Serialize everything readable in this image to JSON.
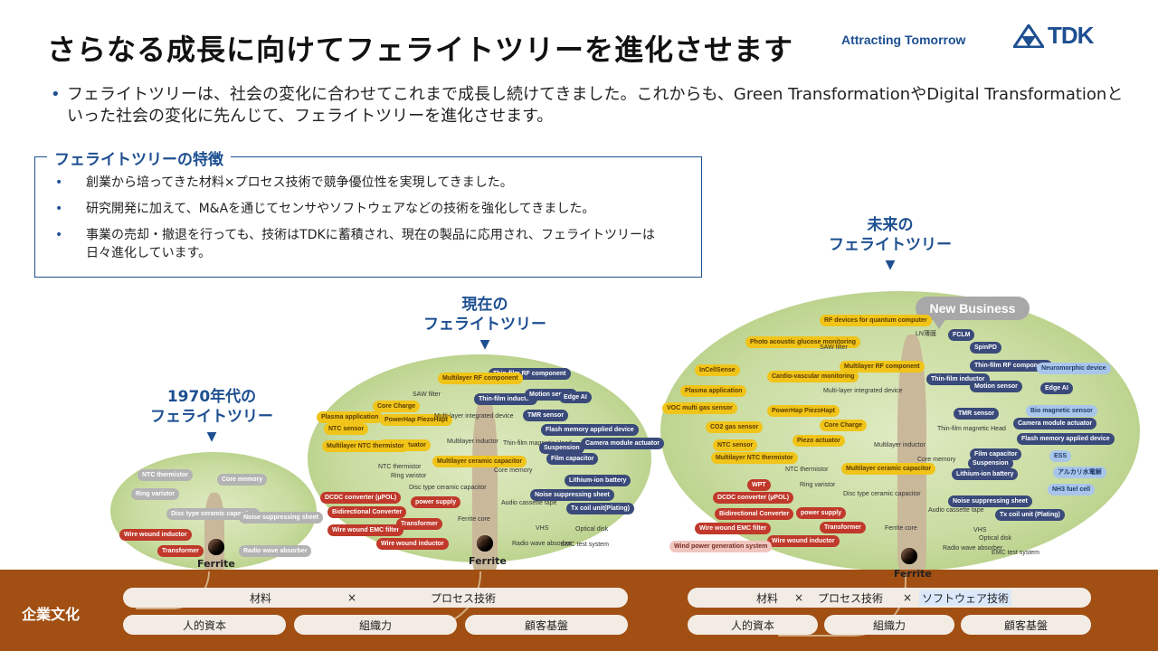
{
  "header": {
    "title": "さらなる成長に向けてフェライトツリーを進化させます",
    "tagline": "Attracting Tomorrow",
    "logo_text": "TDK"
  },
  "intro": {
    "bullet": "•",
    "text": "フェライトツリーは、社会の変化に合わせてこれまで成長し続けてきました。これからも、Green TransformationやDigital Transformationといった社会の変化に先んじて、フェライトツリーを進化させます。"
  },
  "features": {
    "title": "フェライトツリーの特徴",
    "items": [
      "創業から培ってきた材料×プロセス技術で競争優位性を実現してきました。",
      "研究開発に加えて、M&Aを通じてセンサやソフトウェアなどの技術を強化してきました。",
      "事業の売却・撤退を行っても、技術はTDKに蓄積され、現在の製品に応用され、フェライトツリーは日々進化しています。"
    ]
  },
  "eras": {
    "e1970": {
      "line1": "1970年代の",
      "line2": "フェライトツリー",
      "arrow": "▼"
    },
    "present": {
      "line1": "現在の",
      "line2": "フェライトツリー",
      "arrow": "▼"
    },
    "future": {
      "line1": "未来の",
      "line2": "フェライトツリー",
      "arrow": "▼"
    }
  },
  "ferrite": "Ferrite",
  "tree1970": {
    "labels": [
      "NTC thermistor",
      "Core memory",
      "Ring varistor",
      "Disc type ceramic capacitor",
      "Noise suppressing sheet",
      "Wire wound inductor",
      "Transformer",
      "Radio wave absorber"
    ]
  },
  "tree_present": {
    "labels": [
      "Thin-film RF component",
      "Multilayer RF component",
      "SAW filter",
      "Thin-film inductor",
      "Motion sensor",
      "Edge AI",
      "Core Charge",
      "TMR sensor",
      "Plasma application",
      "PowerHap PiezoHapt",
      "Multi-layer integrated device",
      "NTC sensor",
      "Flash memory applied device",
      "Piezo actuator",
      "Multilayer inductor",
      "Camera module actuator",
      "Multilayer NTC thermistor",
      "Thin-film magnetic Head",
      "Suspension",
      "Multilayer ceramic capacitor",
      "Film capacitor",
      "NTC thermistor",
      "Core memory",
      "Lithium-ion battery",
      "Ring varistor",
      "Disc type ceramic capacitor",
      "Noise suppressing sheet",
      "DCDC converter (µPOL)",
      "power supply",
      "Audio cassette tape",
      "Tx coil unit(Plating)",
      "Bidirectional Converter",
      "Ferrite core",
      "VHS",
      "Wire wound EMC filter",
      "Transformer",
      "Optical disk",
      "Wire wound inductor",
      "Radio wave absorber",
      "EMC test system"
    ]
  },
  "tree_future": {
    "new_business": "New Business",
    "labels": [
      "RF devices for quantum computer",
      "LN薄膜",
      "FCLM",
      "Photo acoustic glucose monitoring",
      "SAW filter",
      "SpinPD",
      "InCellSense",
      "Multilayer RF component",
      "Thin-film RF component",
      "Neuromorphic device",
      "Cardio-vascular monitoring",
      "Thin-film inductor",
      "Motion sensor",
      "Edge AI",
      "Plasma application",
      "Multi-layer integrated device",
      "VOC multi gas sensor",
      "PowerHap PiezoHapt",
      "TMR sensor",
      "Bio magnetic sensor",
      "CO2 gas sensor",
      "Core Charge",
      "Camera module actuator",
      "Thin-film magnetic Head",
      "Flash memory applied device",
      "NTC sensor",
      "Piezo actuator",
      "Multilayer inductor",
      "Film capacitor",
      "ESS",
      "Multilayer NTC thermistor",
      "Suspension",
      "Core memory",
      "NTC thermistor",
      "Multilayer ceramic capacitor",
      "Lithium-ion battery",
      "アルカリ水電解",
      "Ring varistor",
      "WPT",
      "NH3 fuel cell",
      "DCDC converter (µPOL)",
      "Disc type ceramic capacitor",
      "Noise suppressing sheet",
      "power supply",
      "Bidirectional Converter",
      "Audio cassette tape",
      "Tx coil unit (Plating)",
      "Wire wound EMC filter",
      "Transformer",
      "Ferrite core",
      "VHS",
      "Wire wound inductor",
      "Optical disk",
      "Wind power generation system",
      "Radio wave absorber",
      "EMC test system"
    ]
  },
  "culture": {
    "label": "企業文化",
    "present_row1": {
      "a": "材料",
      "x": "×",
      "b": "プロセス技術"
    },
    "future_row1": {
      "a": "材料",
      "x1": "×",
      "b": "プロセス技術",
      "x2": "×",
      "c": "ソフトウェア技術"
    },
    "row2": [
      "人的資本",
      "組織力",
      "顧客基盤"
    ]
  },
  "colors": {
    "brand": "#1d4f91",
    "soil": "#a14f12"
  }
}
